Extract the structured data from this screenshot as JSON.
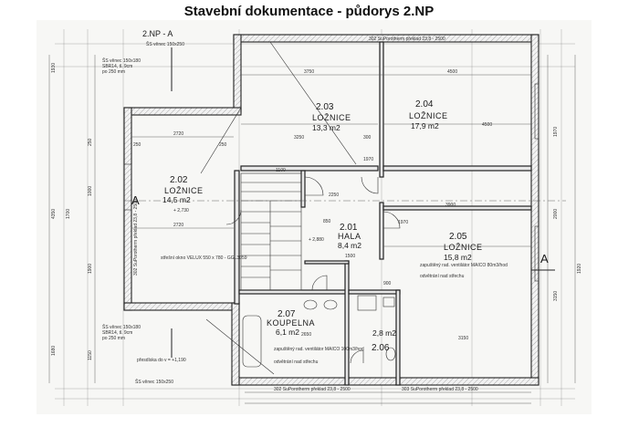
{
  "title": "Stavební dokumentace - půdorys 2.NP",
  "section_header": "2.NP - A",
  "section_marks": {
    "left": "A",
    "right": "A"
  },
  "rooms": [
    {
      "id": "2.02",
      "name": "LOŽNICE",
      "area": "14,5 m2",
      "level": "+ 2,730"
    },
    {
      "id": "2.03",
      "name": "LOŽNICE",
      "area": "13,3 m2"
    },
    {
      "id": "2.04",
      "name": "LOŽNICE",
      "area": "17,9 m2"
    },
    {
      "id": "2.01",
      "name": "HALA",
      "area": "8,4 m2",
      "level": "+ 2,880"
    },
    {
      "id": "2.05",
      "name": "LOŽNICE",
      "area": "15,8 m2"
    },
    {
      "id": "2.07",
      "name": "KOUPELNA",
      "area": "6,1 m2"
    },
    {
      "id": "2.06",
      "name": "",
      "area": "2,8 m2"
    }
  ],
  "dimensions": {
    "top": [
      "3750",
      "4500"
    ],
    "left_room": [
      "2720",
      "250",
      "250"
    ],
    "hall": [
      "3250",
      "300",
      "1970",
      "2250",
      "1100",
      "850",
      "1500"
    ],
    "right_room": [
      "3900",
      "1970",
      "4500"
    ],
    "left_vertical": [
      "1930",
      "4350",
      "250",
      "1000",
      "1900",
      "1680",
      "1700",
      "1150"
    ],
    "right_vertical": [
      "1970",
      "2000",
      "3150",
      "1920"
    ],
    "bathroom": [
      "2650",
      "3150",
      "900"
    ]
  },
  "notes": {
    "n1": "ŠS věnec 150x250",
    "n2": "ŠS věnec 150x180",
    "n3": "SBR14, tl. 9cm",
    "n4": "po 250 mm",
    "n5": "302 SuPorotherm překlad 23,8 - 2500",
    "n6": "303 SuPorotherm překlad 23,8 - 2500",
    "n7": "střešní okno VELUX 550 x 780 - GGL3059",
    "n8": "zapuštěný rad. ventilátor MAICO 80m3/hod",
    "n9": "odvětrání nad střechu",
    "n10": "zapuštěný rad. ventilátor MAICO 100m3/hod",
    "n11": "přesdíska do v = +1,190",
    "n12": "ŠS věnec 150x250",
    "n13": "302 SuPorotherm překlad 23,8 - 2500"
  },
  "colors": {
    "wall": "#222222",
    "paper": "#f7f7f5"
  }
}
